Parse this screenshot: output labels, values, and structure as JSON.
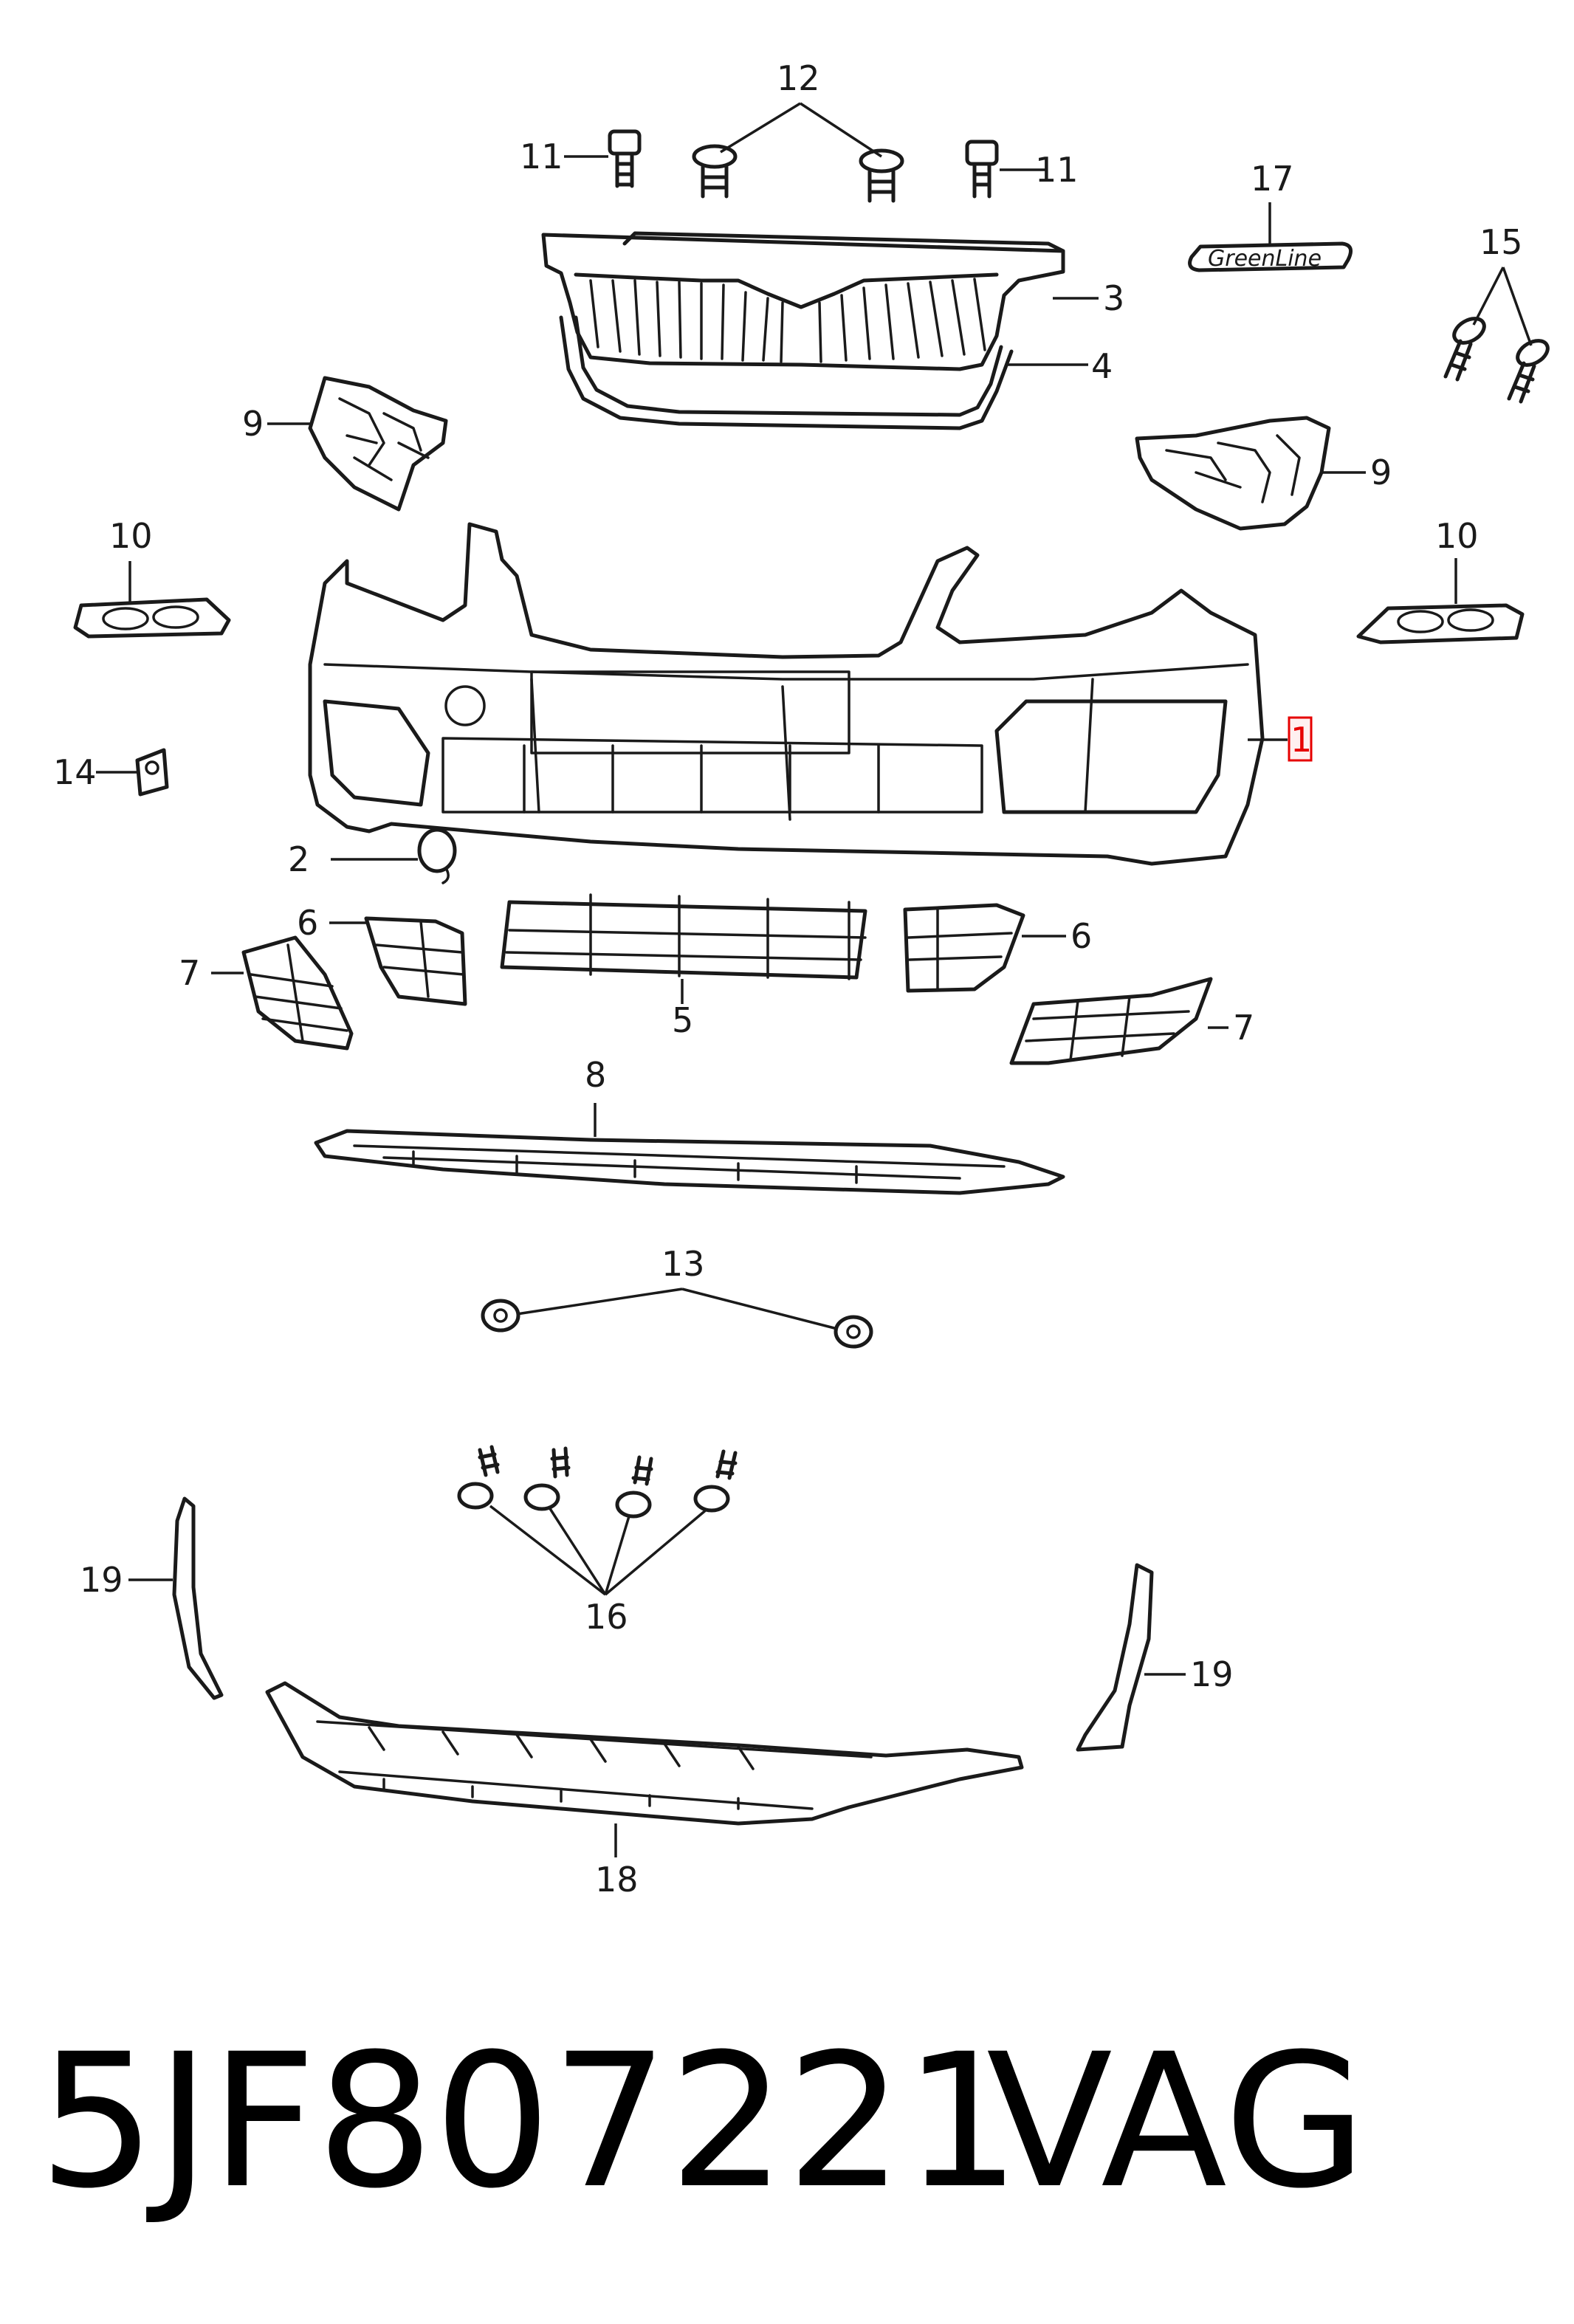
{
  "diagram": {
    "callouts": {
      "c1": "1",
      "c2": "2",
      "c3": "3",
      "c4": "4",
      "c5": "5",
      "c6": "6",
      "c7": "7",
      "c8": "8",
      "c9": "9",
      "c10": "10",
      "c11": "11",
      "c12": "12",
      "c13": "13",
      "c14": "14",
      "c15": "15",
      "c16": "16",
      "c17": "17",
      "c18": "18",
      "c19": "19"
    },
    "highlighted_callout": "1",
    "badge_text": "GreenLine"
  },
  "footer": {
    "part_number": "5JF807221",
    "brand": "VAG"
  },
  "colors": {
    "line": "#1a1a1a",
    "highlight": "#e60000",
    "background": "#ffffff"
  }
}
